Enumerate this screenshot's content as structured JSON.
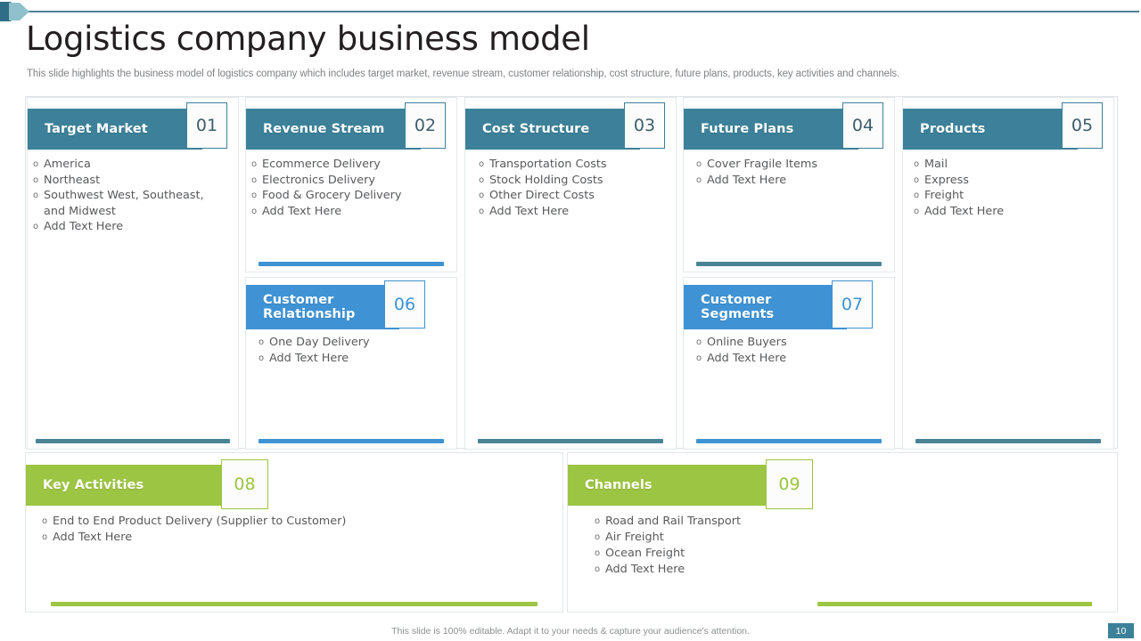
{
  "header": {
    "title": "Logistics company business model",
    "subtitle": "This slide highlights the business model of logistics company which includes target market, revenue stream, customer relationship, cost structure, future plans, products, key activities and channels.",
    "arrow_icon": "chevron-right-icon",
    "accent_color": "#4a8494"
  },
  "colors": {
    "teal": "#3c8199",
    "blue": "#3f93d4",
    "green": "#9cc543",
    "bar_teal": "#4a8494",
    "bar_blue": "#3f93d4",
    "text": "#58595b"
  },
  "cards": [
    {
      "id": "target-market",
      "title": "Target Market",
      "number": "01",
      "theme": "teal",
      "bar_color": "#4a8494",
      "bullets": [
        "America",
        "Northeast",
        "Southwest West, Southeast, and Midwest",
        "Add Text Here"
      ]
    },
    {
      "id": "revenue-stream",
      "title": "Revenue Stream",
      "number": "02",
      "theme": "teal",
      "bar_color": "#3f93d4",
      "bullets": [
        "Ecommerce Delivery",
        "Electronics Delivery",
        "Food & Grocery Delivery",
        "Add Text Here"
      ]
    },
    {
      "id": "customer-relationship",
      "title": "Customer Relationship",
      "number": "06",
      "theme": "blue",
      "bar_color": "#3f93d4",
      "bullets": [
        "One Day Delivery",
        "Add Text Here"
      ]
    },
    {
      "id": "cost-structure",
      "title": "Cost Structure",
      "number": "03",
      "theme": "teal",
      "bar_color": "#4a8494",
      "bullets": [
        "Transportation Costs",
        "Stock Holding Costs",
        "Other Direct Costs",
        "Add Text Here"
      ]
    },
    {
      "id": "future-plans",
      "title": "Future Plans",
      "number": "04",
      "theme": "teal",
      "bar_color": "#3f93d4",
      "bullets": [
        "Cover Fragile Items",
        "Add Text Here"
      ]
    },
    {
      "id": "customer-segments",
      "title": "Customer Segments",
      "number": "07",
      "theme": "blue",
      "bar_color": "#3f93d4",
      "bullets": [
        "Online Buyers",
        "Add Text Here"
      ]
    },
    {
      "id": "products",
      "title": "Products",
      "number": "05",
      "theme": "teal",
      "bar_color": "#4a8494",
      "bullets": [
        "Mail",
        "Express",
        "Freight",
        "Add Text Here"
      ]
    },
    {
      "id": "key-activities",
      "title": "Key Activities",
      "number": "08",
      "theme": "green",
      "bar_color": "#9cc543",
      "bullets": [
        "End to End Product Delivery (Supplier to Customer)",
        "Add Text Here"
      ]
    },
    {
      "id": "channels",
      "title": "Channels",
      "number": "09",
      "theme": "green",
      "bar_color": "#9cc543",
      "bullets": [
        "Road and Rail Transport",
        "Air Freight",
        "Ocean Freight",
        "Add Text Here"
      ]
    }
  ],
  "footer": {
    "note": "This slide is 100% editable. Adapt it to your needs & capture your audience's attention.",
    "page_number": "10"
  },
  "bullet_marker": "o"
}
